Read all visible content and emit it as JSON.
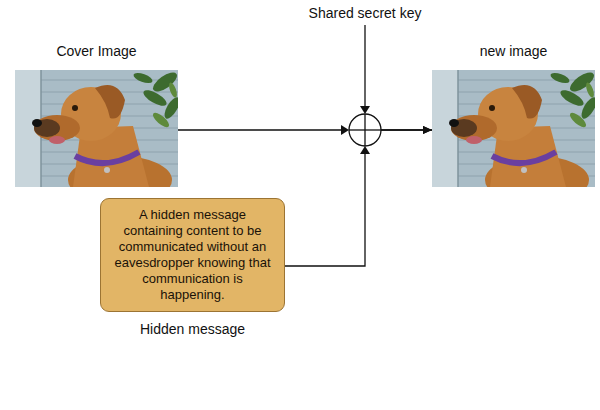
{
  "diagram": {
    "nodes": [
      {
        "text": [
          "Cover Image"
        ]
      },
      {
        "text": [
          "new image"
        ]
      },
      {
        "text": [
          "A hidden message containing content to be communicated without an eavesdropper knowing that communication is happening.",
          "Hidden message"
        ]
      }
    ],
    "edges": [
      {
        "from": 0,
        "to": 1,
        "arrow": "to"
      },
      {
        "from": 2,
        "to": 1,
        "arrow": "to"
      }
    ],
    "labels": [
      "Shared secret key"
    ]
  }
}
